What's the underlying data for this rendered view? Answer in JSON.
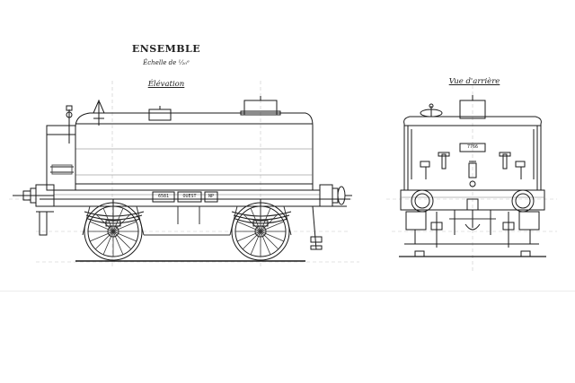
{
  "title": "ENSEMBLE",
  "scale": "Échelle de ¹⁄₂₀ᵉ",
  "views": {
    "elevation_label": "Élévation",
    "rear_label": "Vue d'arrière"
  },
  "plates": {
    "number": "6581",
    "owner": "OUEST",
    "small": "NP",
    "rear": "7766"
  }
}
